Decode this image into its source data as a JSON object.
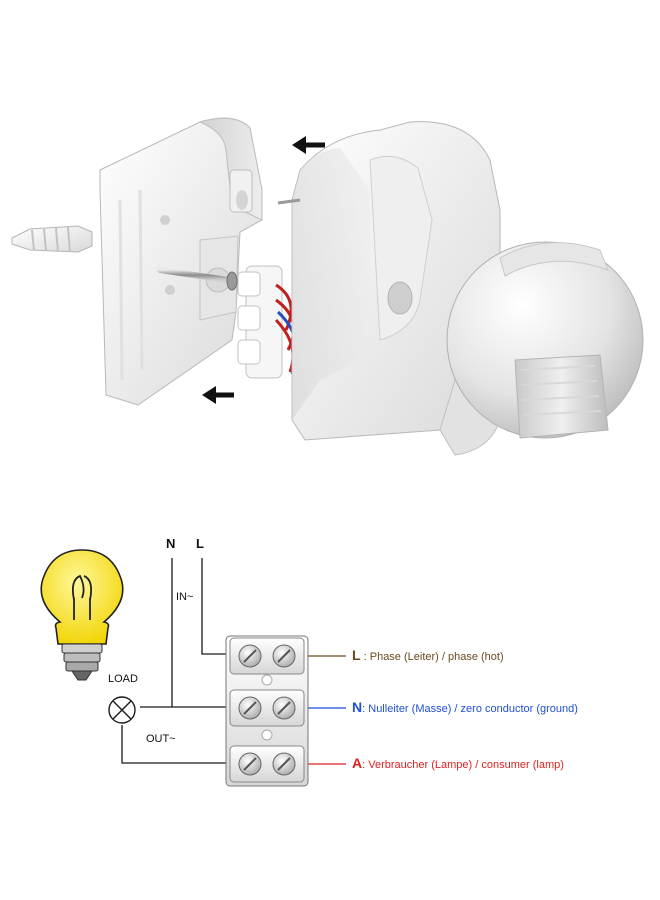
{
  "diagram": {
    "inputs": {
      "n": "N",
      "l": "L",
      "in_label": "IN~"
    },
    "out_label": "OUT~",
    "load_label": "LOAD",
    "legend": [
      {
        "letter": "L",
        "sep": " : ",
        "text": "Phase (Leiter) / phase (hot)",
        "color": "#6b4a1e"
      },
      {
        "letter": "N",
        "sep": ": ",
        "text": "Nulleiter (Masse) / zero  conductor (ground)",
        "color": "#1f4fd6"
      },
      {
        "letter": "A",
        "sep": ": ",
        "text": "Verbraucher (Lampe) / consumer (lamp)",
        "color": "#e02020"
      }
    ]
  }
}
